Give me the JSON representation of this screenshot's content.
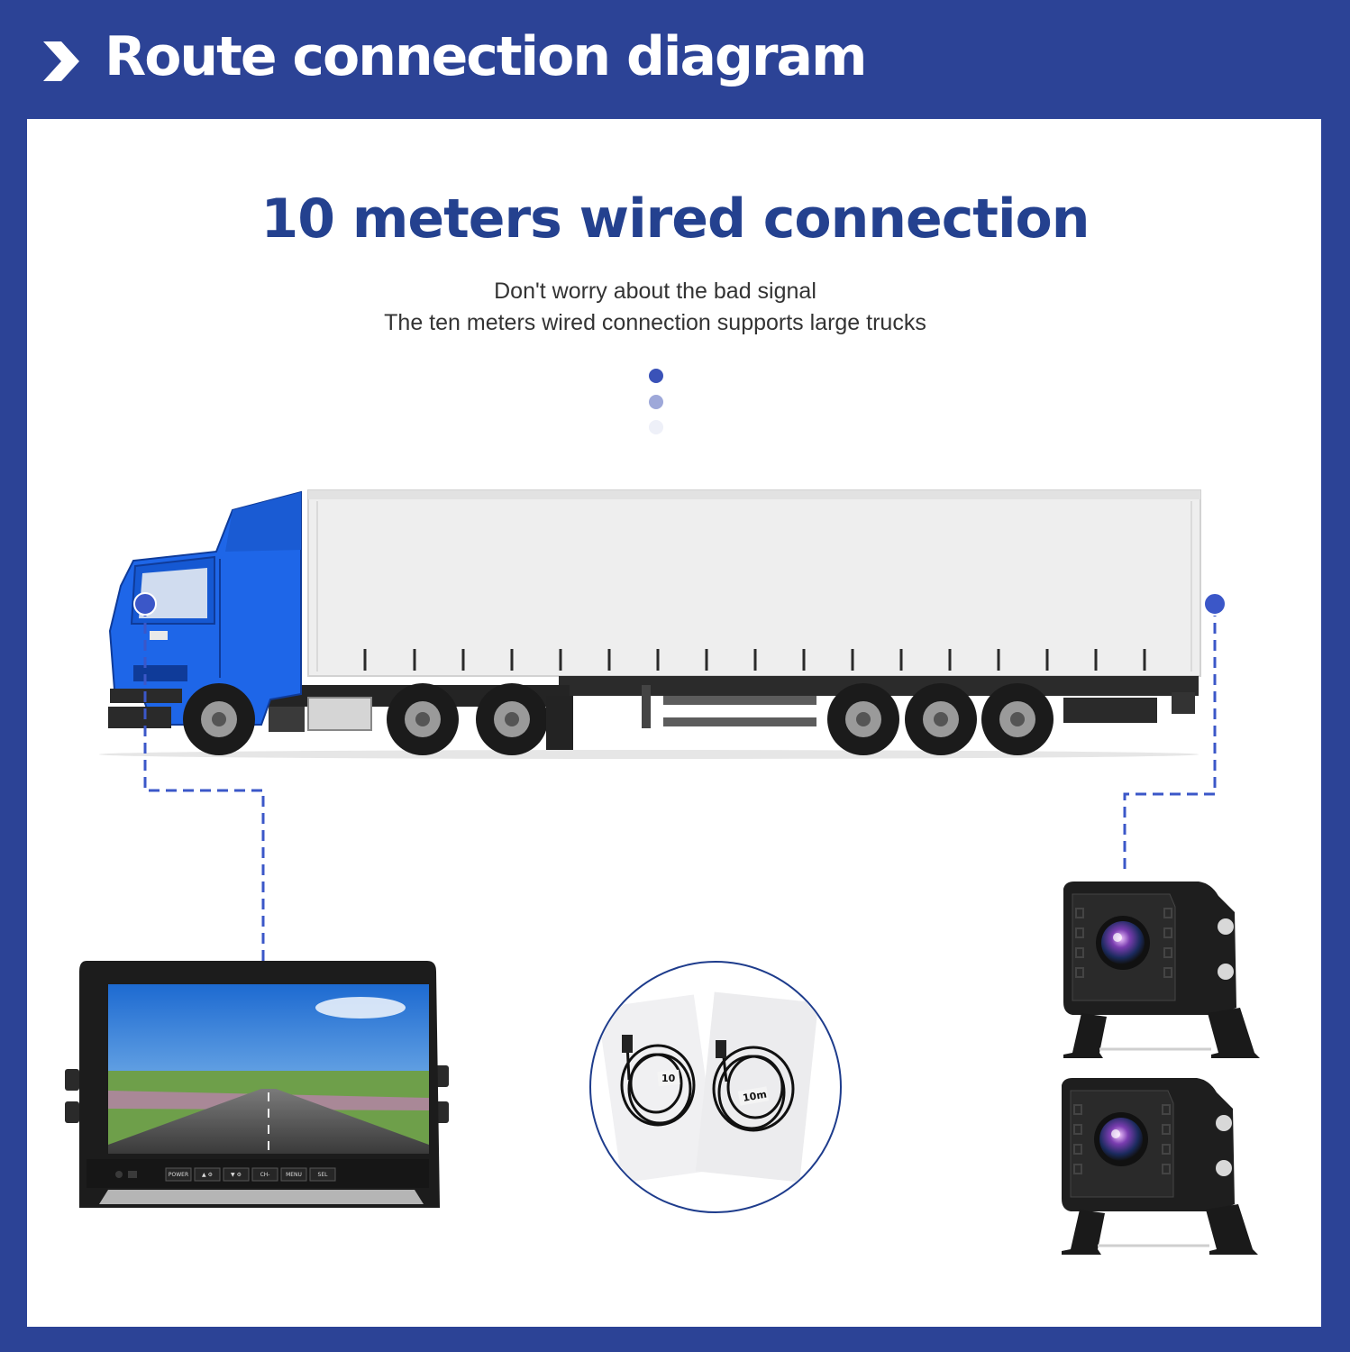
{
  "header": {
    "title": "Route connection diagram",
    "icon": "chevron-right-icon"
  },
  "heading": "10 meters wired connection",
  "subtitle": {
    "line1": "Don't worry about the bad signal",
    "line2": "The ten meters wired connection supports large trucks"
  },
  "cables": {
    "label_left": "10",
    "label_right": "10m"
  },
  "monitor": {
    "buttons": [
      "POWER",
      "▲ ⚙",
      "▼ ⚙",
      "CH-",
      "MENU",
      "SEL"
    ]
  },
  "colors": {
    "header_bg": "#2c4396",
    "heading": "#24418f",
    "dash_line": "#3b57c8",
    "truck_cab": "#1e66e8",
    "trailer": "#eeeeee"
  }
}
